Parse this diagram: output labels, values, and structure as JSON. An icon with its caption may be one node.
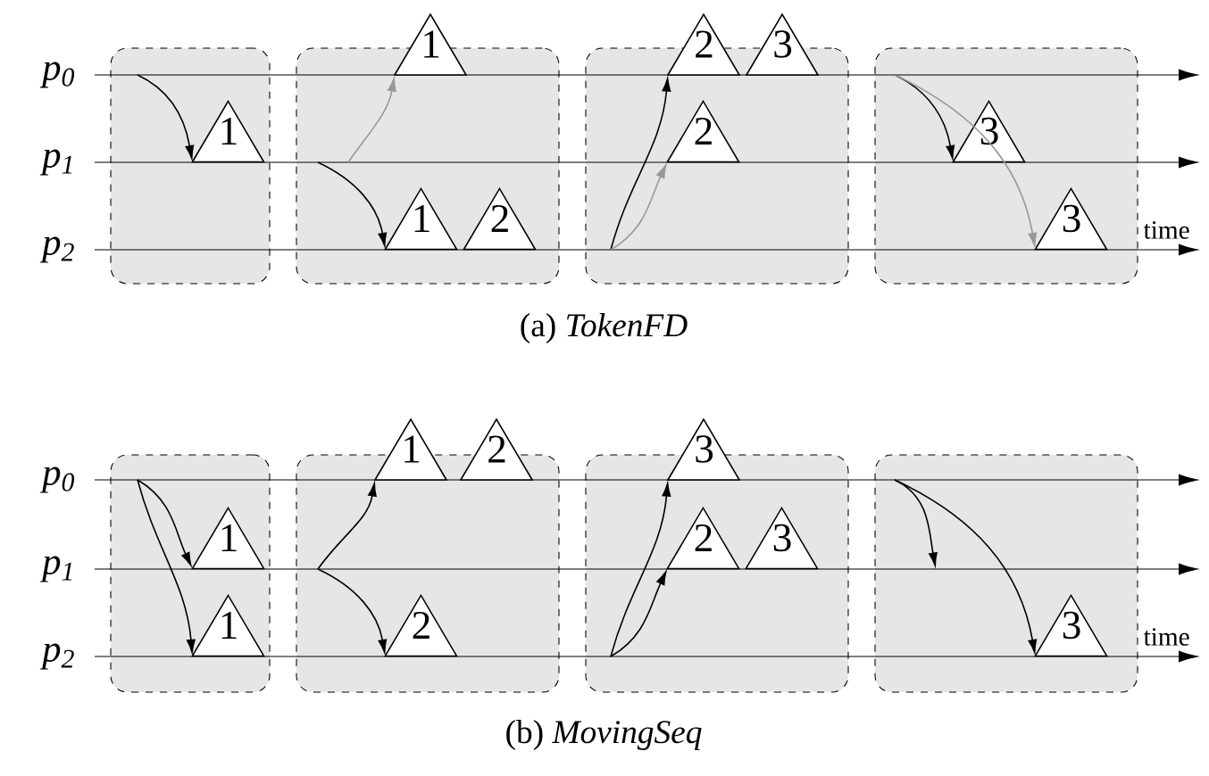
{
  "diagram": {
    "nodes": [
      {
        "text": [],
        "shape": "box"
      },
      {
        "text": [],
        "shape": "box"
      },
      {
        "text": [],
        "shape": "box"
      },
      {
        "text": [],
        "shape": "box"
      },
      {
        "text": [
          "1"
        ],
        "in": 0
      },
      {
        "text": [
          "1"
        ]
      },
      {
        "text": [
          "1"
        ],
        "in": 1
      },
      {
        "text": [
          "2"
        ],
        "in": 1
      },
      {
        "text": [
          "2"
        ]
      },
      {
        "text": [
          "3"
        ]
      },
      {
        "text": [
          "2"
        ],
        "in": 2
      },
      {
        "text": [
          "3"
        ],
        "in": 3
      },
      {
        "text": [
          "3"
        ],
        "in": 3
      },
      {
        "text": [],
        "shape": "box"
      },
      {
        "text": [],
        "shape": "box"
      },
      {
        "text": [],
        "shape": "box"
      },
      {
        "text": [],
        "shape": "box"
      },
      {
        "text": [
          "1"
        ],
        "in": 13
      },
      {
        "text": [
          "1"
        ],
        "in": 13
      },
      {
        "text": [
          "1"
        ]
      },
      {
        "text": [
          "2"
        ]
      },
      {
        "text": [
          "2"
        ],
        "in": 14
      },
      {
        "text": [
          "3"
        ]
      },
      {
        "text": [
          "2"
        ],
        "in": 15
      },
      {
        "text": [
          "3"
        ],
        "in": 15
      },
      {
        "text": [
          "3"
        ],
        "in": 16
      }
    ],
    "edges": [
      {
        "from": null,
        "to": 4,
        "arrow": "to"
      },
      {
        "from": null,
        "to": 6,
        "arrow": "to"
      },
      {
        "from": null,
        "to": 5,
        "arrow": "to",
        "color": "#999999"
      },
      {
        "from": null,
        "to": 8,
        "arrow": "to"
      },
      {
        "from": null,
        "to": 10,
        "arrow": "to",
        "color": "#999999"
      },
      {
        "from": null,
        "to": 11,
        "arrow": "to"
      },
      {
        "from": null,
        "to": 12,
        "arrow": "to",
        "color": "#999999"
      },
      {
        "from": null,
        "to": 17,
        "arrow": "to"
      },
      {
        "from": null,
        "to": 18,
        "arrow": "to"
      },
      {
        "from": null,
        "to": 19,
        "arrow": "to"
      },
      {
        "from": null,
        "to": 21,
        "arrow": "to"
      },
      {
        "from": null,
        "to": 22,
        "arrow": "to"
      },
      {
        "from": null,
        "to": 23,
        "arrow": "to"
      },
      {
        "from": null,
        "to": 25,
        "arrow": "to"
      }
    ],
    "labels": [
      "p$_{0}$",
      "p$_{1}$",
      "time",
      "p$_{2}$",
      "(a) *TokenFD*",
      "p$_{0}$",
      "p$_{1}$",
      "time",
      "p$_{2}$",
      "(b) *MovingSeq*"
    ]
  }
}
